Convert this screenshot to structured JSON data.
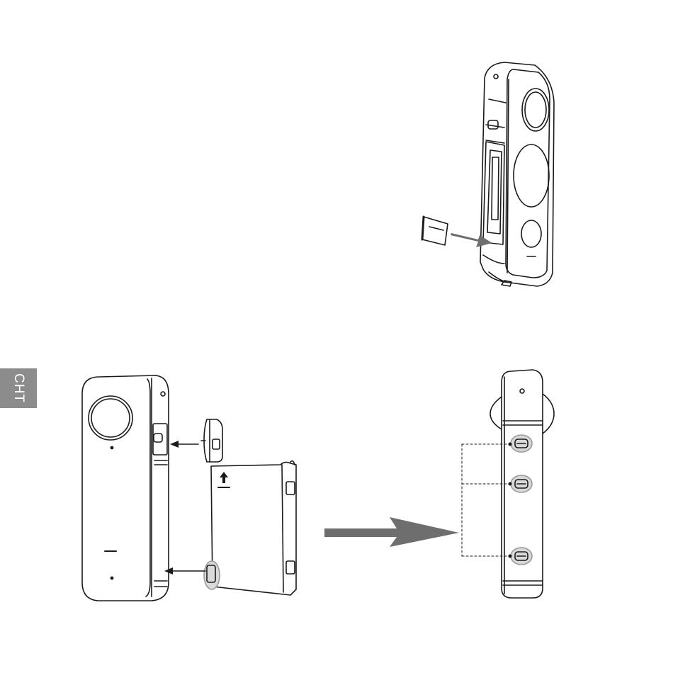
{
  "language_tab": {
    "label": "CHT"
  },
  "illustrations": {
    "top": {
      "icon": "insert-microsd-card-illustration"
    },
    "bottom_left": {
      "icon": "attach-lens-guard-and-battery-cover-illustration"
    },
    "bottom_right": {
      "icon": "camera-side-latch-detail-illustration"
    }
  },
  "colors": {
    "line": "#1a1a1a",
    "arrow_gray": "#6e6e6e",
    "tab_gray": "#8c8c8c",
    "highlight": "#d9d9d9"
  }
}
